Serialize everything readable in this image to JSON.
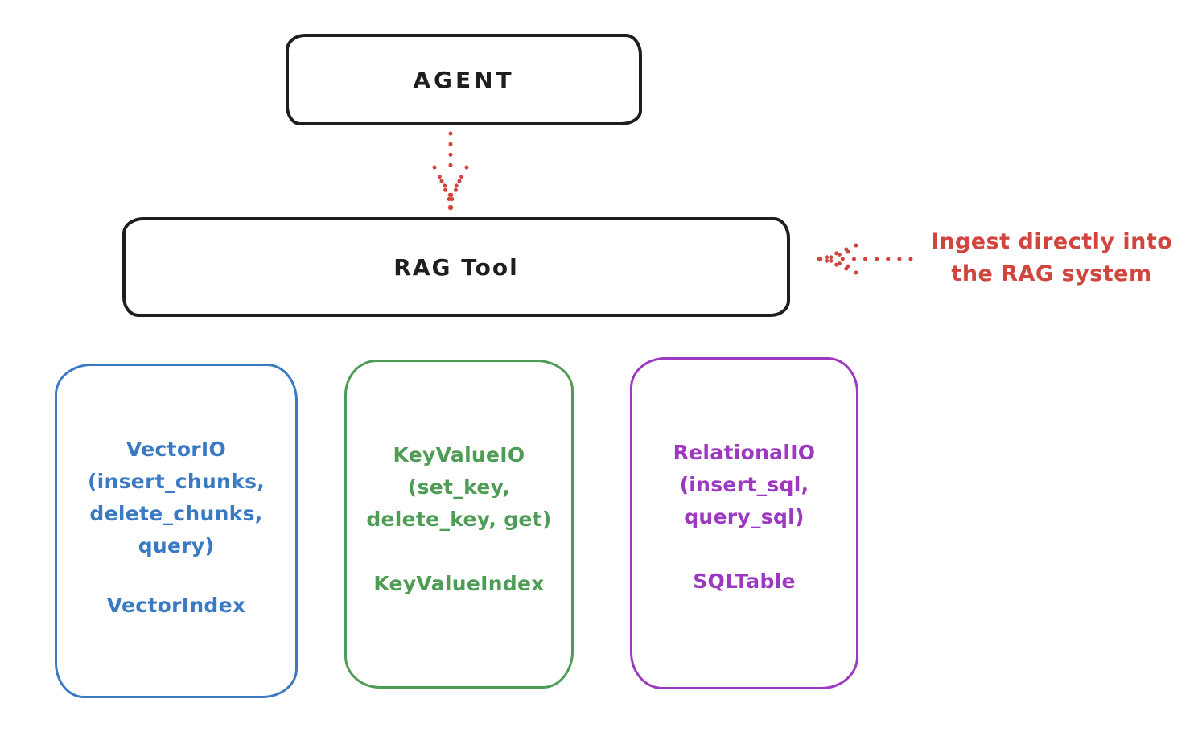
{
  "colors": {
    "ink": "#1e1e1e",
    "red": "#d0453e",
    "blue": "#3b7ac2",
    "green": "#4e9c55",
    "purple": "#9c39c0"
  },
  "agent": {
    "label": "AGENT"
  },
  "rag_tool": {
    "label": "RAG Tool"
  },
  "annotation": {
    "line1": "Ingest directly into",
    "line2": "the RAG system"
  },
  "modules": [
    {
      "name": "vector-io",
      "color": "#3b7ac2",
      "lines": [
        "VectorIO",
        "(insert_chunks,",
        "delete_chunks,",
        "query)"
      ],
      "index_label": "VectorIndex"
    },
    {
      "name": "keyvalue-io",
      "color": "#4e9c55",
      "lines": [
        "KeyValueIO",
        "(set_key,",
        "delete_key, get)"
      ],
      "index_label": "KeyValueIndex"
    },
    {
      "name": "relational-io",
      "color": "#9c39c0",
      "lines": [
        "RelationalIO",
        "(insert_sql,",
        "query_sql)"
      ],
      "index_label": "SQLTable"
    }
  ]
}
